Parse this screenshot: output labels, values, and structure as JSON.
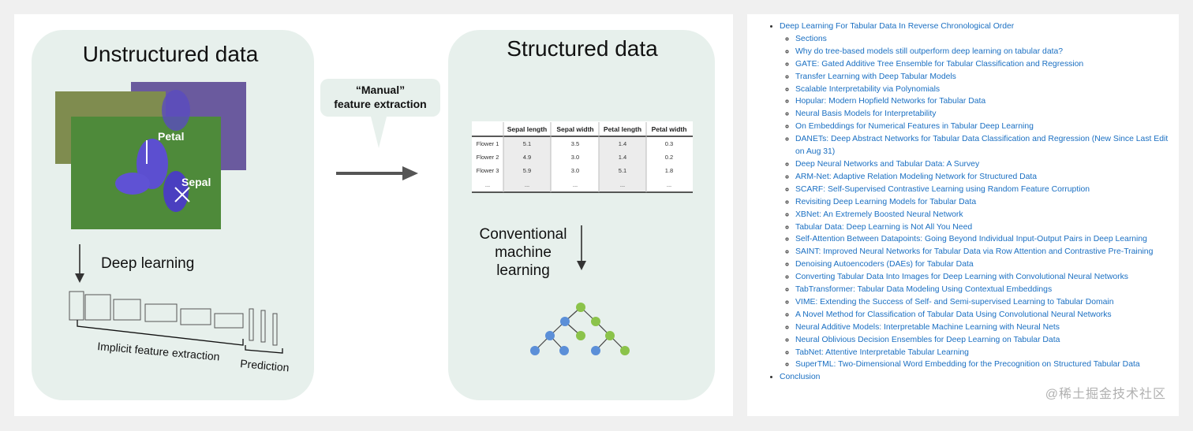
{
  "figure": {
    "left_title": "Unstructured data",
    "right_title": "Structured data",
    "manual_line1": "“Manual”",
    "manual_line2": "feature extraction",
    "petal_label": "Petal",
    "sepal_label": "Sepal",
    "deep_learning_label": "Deep learning",
    "implicit_label": "Implicit feature extraction",
    "prediction_label": "Prediction",
    "conventional_line1": "Conventional",
    "conventional_line2": "machine",
    "conventional_line3": "learning",
    "table": {
      "headers": [
        "",
        "Sepal length",
        "Sepal width",
        "Petal length",
        "Petal width"
      ],
      "rows": [
        [
          "Flower 1",
          "5.1",
          "3.5",
          "1.4",
          "0.3"
        ],
        [
          "Flower 2",
          "4.9",
          "3.0",
          "1.4",
          "0.2"
        ],
        [
          "Flower 3",
          "5.9",
          "3.0",
          "5.1",
          "1.8"
        ],
        [
          "...",
          "...",
          "...",
          "...",
          "..."
        ]
      ]
    },
    "colors": {
      "box_bg": "#e7f0ec",
      "tree_blue": "#5b8fd8",
      "tree_green": "#8bc34a",
      "arrow": "#555555"
    }
  },
  "toc": {
    "top_item": "Deep Learning For Tabular Data In Reverse Chronological Order",
    "sections": [
      "Sections",
      "Why do tree-based models still outperform deep learning on tabular data?",
      "GATE: Gated Additive Tree Ensemble for Tabular Classification and Regression",
      "Transfer Learning with Deep Tabular Models",
      "Scalable Interpretability via Polynomials",
      "Hopular: Modern Hopfield Networks for Tabular Data",
      "Neural Basis Models for Interpretability",
      "On Embeddings for Numerical Features in Tabular Deep Learning",
      "DANETs: Deep Abstract Networks for Tabular Data Classification and Regression (New Since Last Edit on Aug 31)",
      "Deep Neural Networks and Tabular Data: A Survey",
      "ARM-Net: Adaptive Relation Modeling Network for Structured Data",
      "SCARF: Self-Supervised Contrastive Learning using Random Feature Corruption",
      "Revisiting Deep Learning Models for Tabular Data",
      "XBNet: An Extremely Boosted Neural Network",
      "Tabular Data: Deep Learning is Not All You Need",
      "Self-Attention Between Datapoints: Going Beyond Individual Input-Output Pairs in Deep Learning",
      "SAINT: Improved Neural Networks for Tabular Data via Row Attention and Contrastive Pre-Training",
      "Denoising Autoencoders (DAEs) for Tabular Data",
      "Converting Tabular Data Into Images for Deep Learning with Convolutional Neural Networks",
      "TabTransformer: Tabular Data Modeling Using Contextual Embeddings",
      "VIME: Extending the Success of Self- and Semi-supervised Learning to Tabular Domain",
      "A Novel Method for Classification of Tabular Data Using Convolutional Neural Networks",
      "Neural Additive Models: Interpretable Machine Learning with Neural Nets",
      "Neural Oblivious Decision Ensembles for Deep Learning on Tabular Data",
      "TabNet: Attentive Interpretable Tabular Learning",
      "SuperTML: Two-Dimensional Word Embedding for the Precognition on Structured Tabular Data"
    ],
    "conclusion": "Conclusion"
  },
  "watermark": "@稀土掘金技术社区"
}
